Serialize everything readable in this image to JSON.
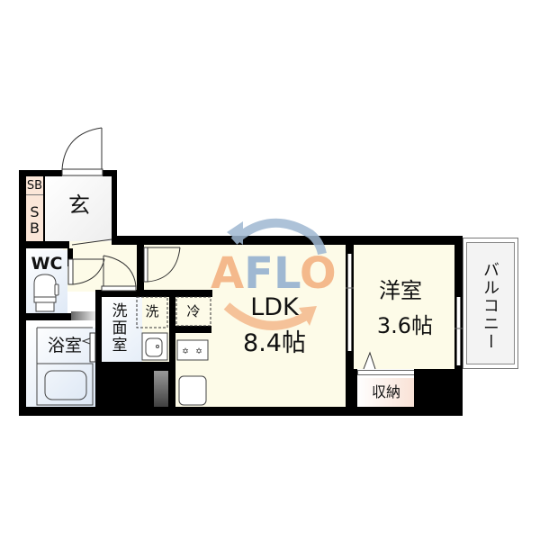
{
  "floorplan": {
    "rooms": {
      "entrance": {
        "label": "玄"
      },
      "shoebox_small": {
        "label": "SB"
      },
      "shoebox_tall": {
        "label_line1": "S",
        "label_line2": "B"
      },
      "toilet": {
        "label": "WC"
      },
      "bathroom": {
        "label": "浴室"
      },
      "washroom": {
        "label_line1": "洗",
        "label_line2": "面",
        "label_line3": "室"
      },
      "washer_space": {
        "label": "洗"
      },
      "fridge_space": {
        "label": "冷"
      },
      "ldk": {
        "label": "LDK",
        "size": "8.4帖"
      },
      "western_room": {
        "label": "洋室",
        "size": "3.6帖"
      },
      "storage": {
        "label": "収納"
      },
      "balcony": {
        "label": "バルコニー"
      }
    },
    "watermark": {
      "text": "AFLO",
      "color_orange": "#f4b98c",
      "color_blue": "#9fb8d2"
    },
    "colors": {
      "wall": "#000000",
      "ldk_floor": "#fdfbe8",
      "wet_floor": "#e6eef8",
      "entrance_floor": "#f3f3f3",
      "storage_floor": "#fbe9de",
      "balcony_floor": "#f3f3f3"
    }
  }
}
